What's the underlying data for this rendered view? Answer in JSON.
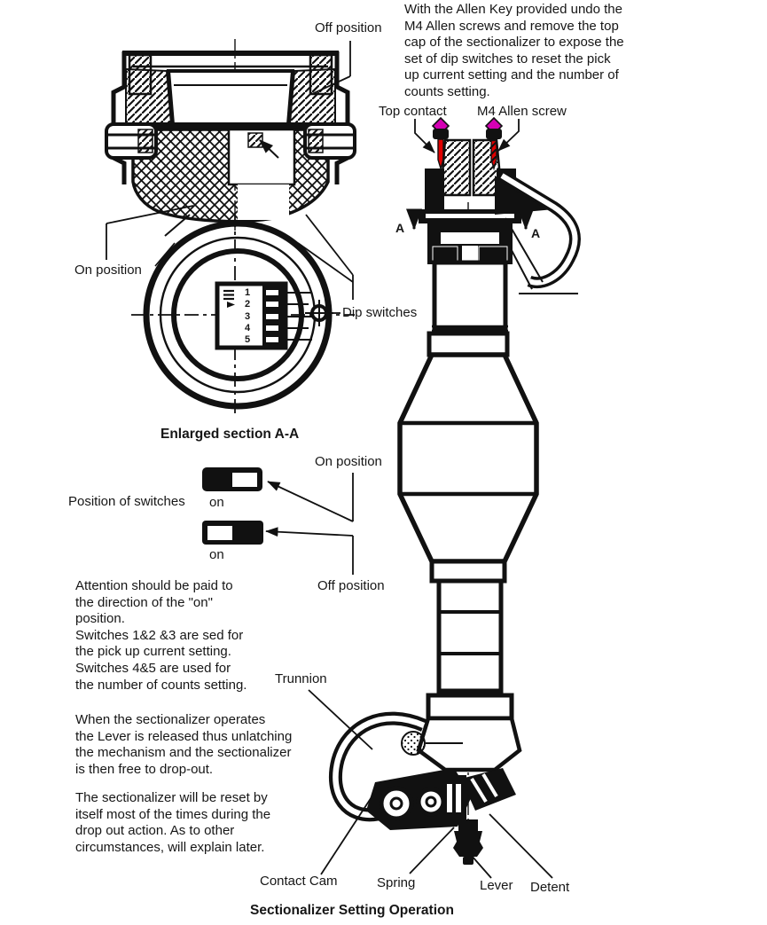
{
  "colors": {
    "ink": "#111111",
    "screw_shaft": "#e00000",
    "screw_head": "#d400b4",
    "background": "#ffffff"
  },
  "notes": {
    "allen_key": "With the Allen Key provided undo the\nM4 Allen screws and remove the top\ncap of the sectionalizer to expose the\nset of dip switches to reset the pick\nup current setting and the number of\ncounts setting.",
    "attention": "Attention should be paid to\nthe direction of the \"on\"\nposition.\nSwitches 1&2 &3  are sed for\nthe pick up current setting.\nSwitches 4&5 are used for\nthe number of counts setting.",
    "operation": "When the sectionalizer  operates\nthe Lever is released thus unlatching\nthe mechanism and the sectionalizer\nis then free to drop-out.",
    "reset": "The sectionalizer will be reset by\nitself most of the times during the\ndrop out action. As to other\ncircumstances, will explain later."
  },
  "labels": {
    "off_position_top": "Off position",
    "on_position_left": "On position",
    "dip_switches": "Dip switches",
    "enlarged_section_caption": "Enlarged section A-A",
    "top_contact": "Top contact",
    "m4_allen_screw": "M4 Allen screw",
    "section_a_left": "A",
    "section_a_right": "A",
    "position_of_switches": "Position of switches",
    "switch_top_state": "on",
    "switch_bottom_state": "on",
    "on_position_right": "On position",
    "off_position_right": "Off position",
    "trunnion": "Trunnion",
    "contact_cam": "Contact Cam",
    "spring": "Spring",
    "lever": "Lever",
    "detent": "Detent",
    "title_caption": "Sectionalizer Setting Operation"
  },
  "dip_switch": {
    "numbers": [
      "1",
      "2",
      "3",
      "4",
      "5"
    ]
  }
}
